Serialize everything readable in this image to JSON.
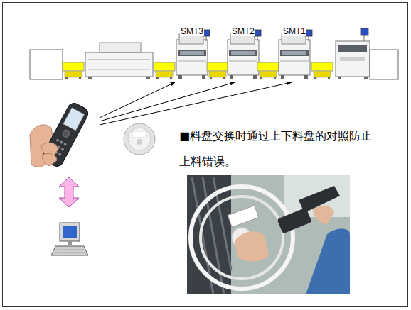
{
  "diagram": {
    "nodes": [
      {
        "text": [
          "SMT3"
        ]
      },
      {
        "text": [
          "SMT2"
        ]
      },
      {
        "text": [
          "SMT1"
        ]
      }
    ],
    "labels": [
      "■料盘交换时通过上下料盘的对照防止 上料错误。"
    ]
  }
}
